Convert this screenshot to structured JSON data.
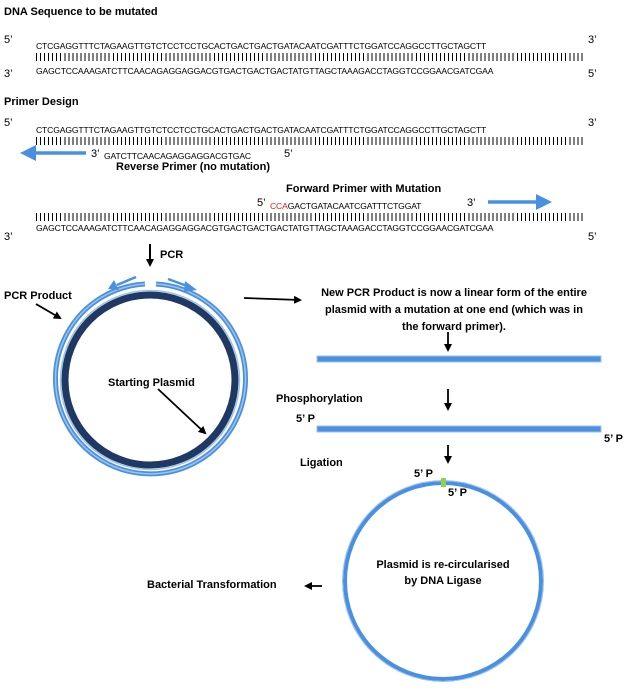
{
  "section1": {
    "title": "DNA Sequence  to be mutated",
    "top_strand": "CTCGAGGTTTCTAGAAGTTGTCTCCTCCTGCACTGACTGACTGATACAATCGATTTCTGGATCCAGGCCTTGCTAGCTT",
    "bottom_strand": "GAGCTCCAAAGATCTTCAACAGAGGAGGACGTGACTGACTGACTATGTTAGCTAAAGACCTAGGTCCGGAACGATCGAA",
    "five_prime": "5’",
    "three_prime": "3’"
  },
  "section2": {
    "title": "Primer Design",
    "top_strand": "CTCGAGGTTTCTAGAAGTTGTCTCCTCCTGCACTGACTGACTGATACAATCGATTTCTGGATCCAGGCCTTGCTAGCTT",
    "reverse_primer_seq": "GATCTTCAACAGAGGAGGACGTGAC",
    "reverse_primer_label": "Reverse Primer (no mutation)",
    "forward_primer_label": "Forward Primer with Mutation",
    "forward_mutation": "CCA",
    "forward_primer_seq": "GACTGATACAATCGATTTCTGGAT",
    "bottom_strand": "GAGCTCCAAAGATCTTCAACAGAGGAGGACGTGACTGACTGACTATGTTAGCTAAAGACCTAGGTCCGGAACGATCGAA"
  },
  "pcr_label": "PCR",
  "pcr_product_label": "PCR Product",
  "starting_plasmid_label": "Starting Plasmid",
  "new_pcr_product_text": "New PCR Product is now a linear form of the entire plasmid with a mutation at one end (which was in the forward primer).",
  "phosphorylation_label": "Phosphorylation",
  "phosphate_left": "5’ P",
  "phosphate_right": "5’ P",
  "ligation_label": "Ligation",
  "ligation_phosphate_top": "5’ P",
  "ligation_phosphate_bottom": "5’ P",
  "recircularised_text": "Plasmid is re-circularised by DNA Ligase",
  "bacterial_transformation_label": "Bacterial Transformation",
  "colors": {
    "primer_blue": "#4a90e2",
    "plasmid_dark": "#1f3864",
    "plasmid_light": "#9dc3e6",
    "mutation_red": "#e31b1b",
    "ligation_mark": "#92d050"
  }
}
